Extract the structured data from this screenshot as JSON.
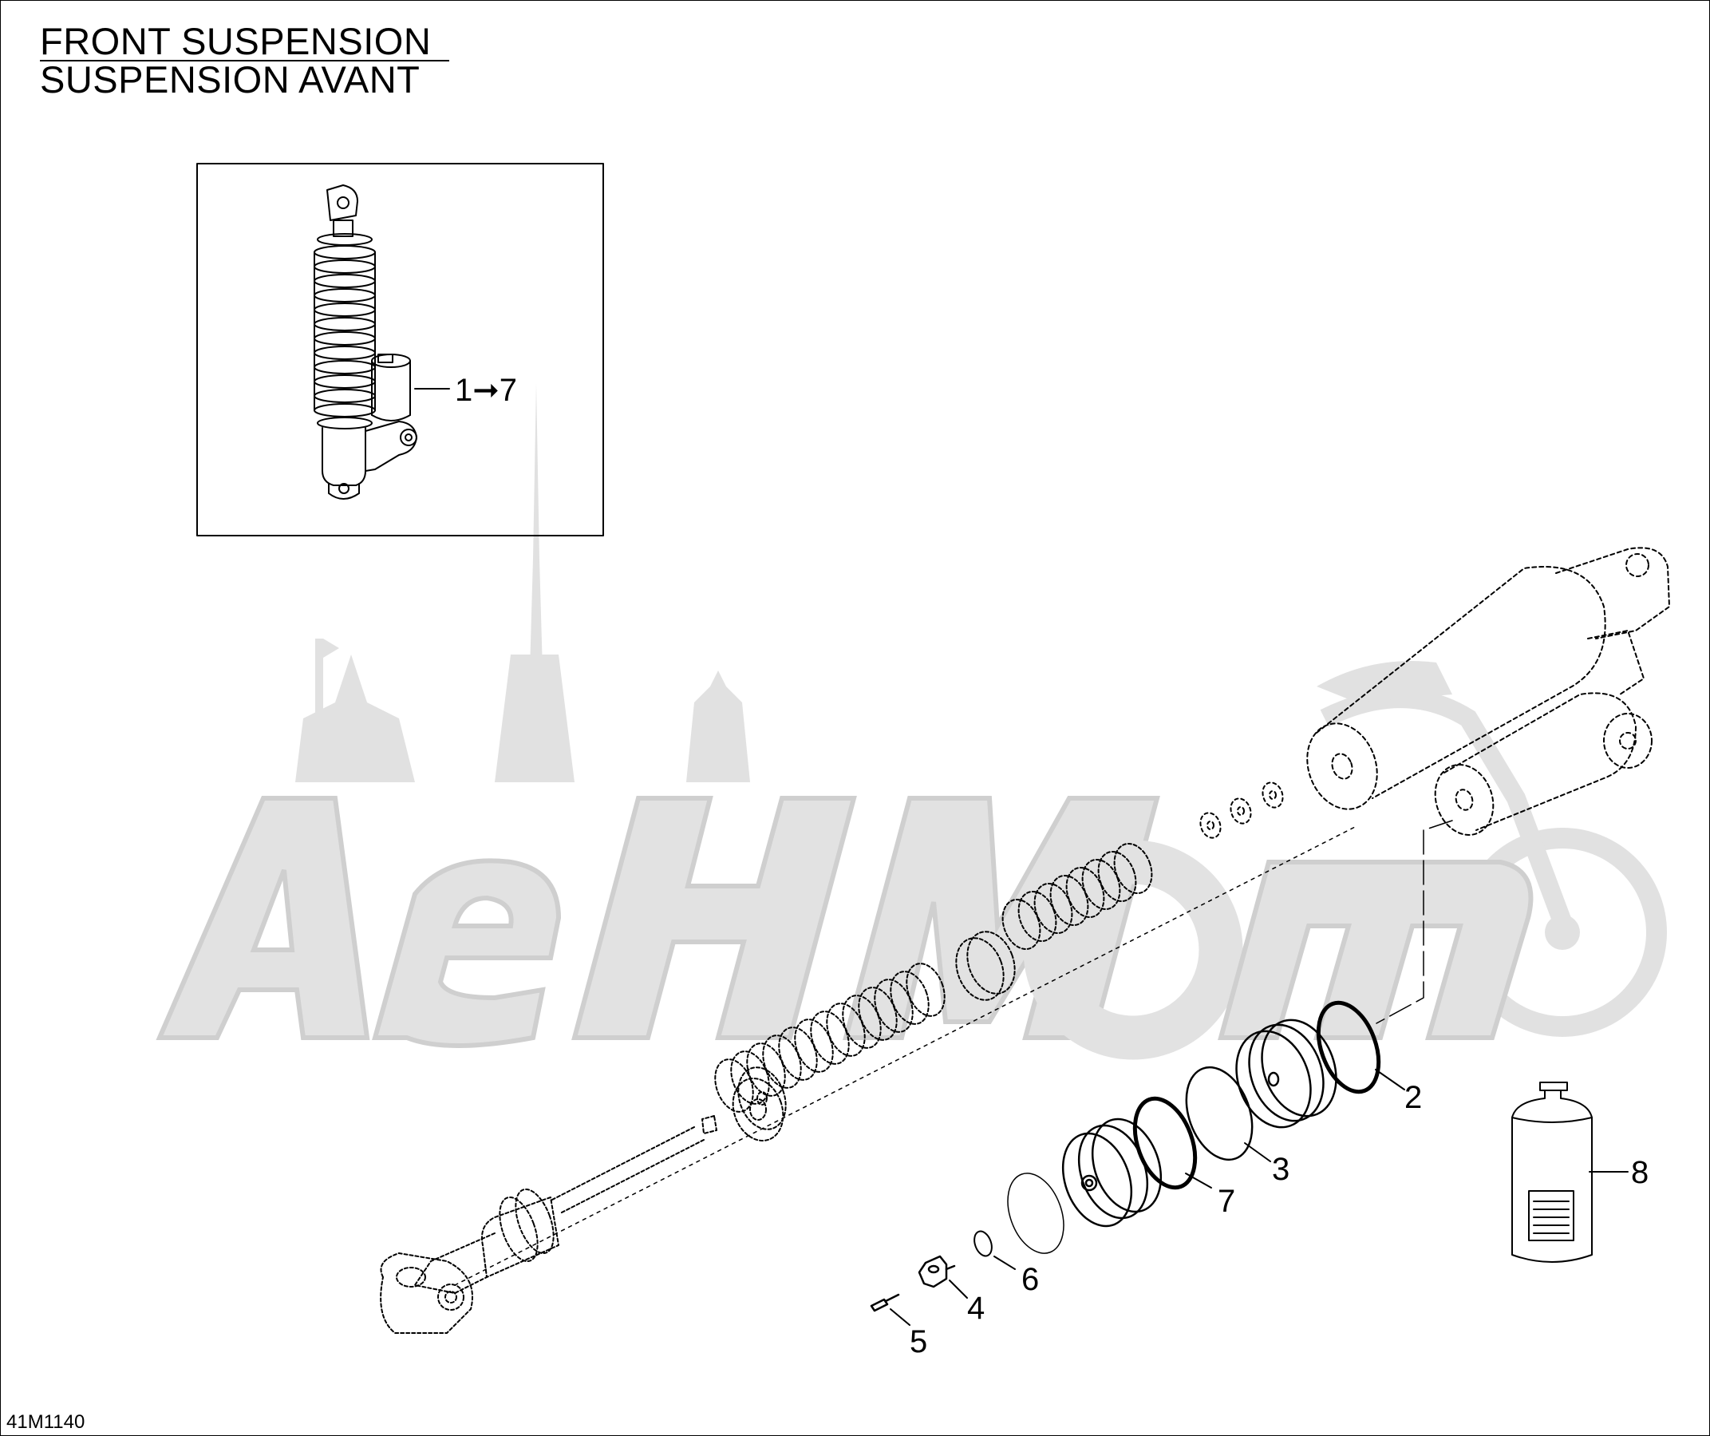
{
  "diagram": {
    "title_en": "FRONT SUSPENSION",
    "title_fr": "SUSPENSION AVANT",
    "figure_code": "41M1140",
    "inset_label": "1➞7",
    "callouts": [
      {
        "number": "2"
      },
      {
        "number": "3"
      },
      {
        "number": "4"
      },
      {
        "number": "5"
      },
      {
        "number": "6"
      },
      {
        "number": "7"
      },
      {
        "number": "8"
      }
    ],
    "watermark_text": "AeHMoto",
    "colors": {
      "line": "#000000",
      "watermark": "#d8d8d8",
      "background": "#ffffff"
    }
  }
}
